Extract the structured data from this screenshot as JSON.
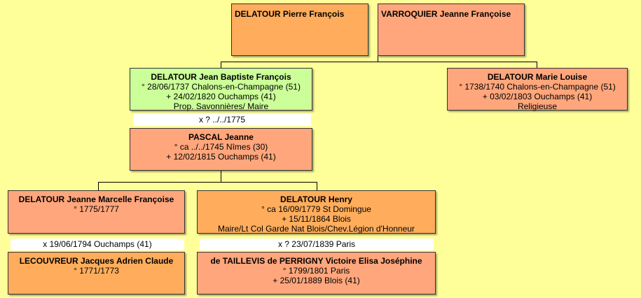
{
  "parents": {
    "father": {
      "name": "DELATOUR Pierre François"
    },
    "mother": {
      "name": "VARROQUIER Jeanne Françoise"
    }
  },
  "children": {
    "jean_baptiste": {
      "name": "DELATOUR Jean Baptiste François",
      "lines": [
        "° 28/06/1737 Chalons-en-Champagne (51)",
        "+ 24/02/1820 Ouchamps (41)",
        "Prop. Savonnières/ Maire"
      ],
      "marriage": "x ? ../../1775",
      "spouse": {
        "name": "PASCAL Jeanne",
        "lines": [
          "° ca ../../1745 Nîmes (30)",
          "+ 12/02/1815 Ouchamps (41)"
        ]
      }
    },
    "marie_louise": {
      "name": "DELATOUR Marie Louise",
      "lines": [
        "° 1738/1740 Chalons-en-Champagne (51)",
        "+ 03/02/1803 Ouchamps (41)",
        "Religieuse"
      ]
    }
  },
  "grandchildren": {
    "jeanne_marcelle": {
      "name": "DELATOUR Jeanne Marcelle Françoise",
      "lines": [
        "° 1775/1777"
      ],
      "marriage": "x 19/06/1794 Ouchamps (41)",
      "spouse": {
        "name": "LECOUVREUR Jacques Adrien Claude",
        "lines": [
          "° 1771/1773"
        ]
      }
    },
    "henry": {
      "name": "DELATOUR Henry",
      "lines": [
        "° ca 16/09/1779 St Domingue",
        "+ 15/11/1864 Blois",
        "Maire/Lt Col Garde Nat Blois/Chev.Légion d'Honneur"
      ],
      "marriage": "x ? 23/07/1839 Paris",
      "spouse": {
        "name": "de TAILLEVIS de PERRIGNY Victoire Elisa Joséphine",
        "lines": [
          "° 1799/1801 Paris",
          "+ 25/01/1889 Blois (41)"
        ]
      }
    }
  }
}
